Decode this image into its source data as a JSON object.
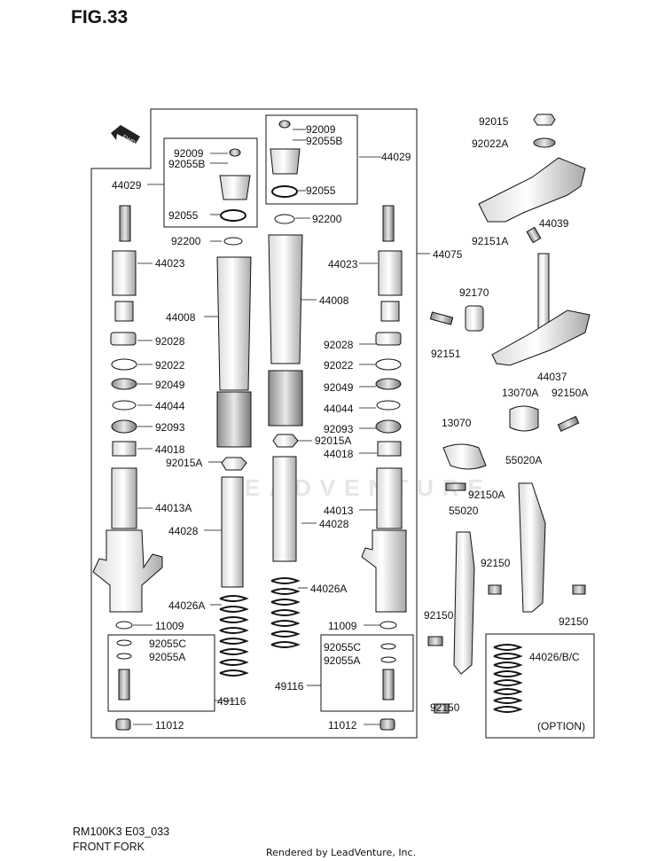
{
  "figure": {
    "title": "FIG.33",
    "model_code": "RM100K3 E03_033",
    "caption": "FRONT FORK"
  },
  "credit": "Rendered by LeadVenture, Inc.",
  "watermark": "LEADVENTURE",
  "fwd": "FWD",
  "option_label": "(OPTION)",
  "parts": {
    "p92009_r": "92009",
    "p92055B_r": "92055B",
    "p44029_r": "44029",
    "p92055_r": "92055",
    "p92200_r": "92200",
    "p92009_l": "92009",
    "p92055B_l": "92055B",
    "p44029_l": "44029",
    "p92055_l": "92055",
    "p92200_l": "92200",
    "p44023_l": "44023",
    "p44008_l": "44008",
    "p92028_l": "92028",
    "p92022_l": "92022",
    "p92049_l": "92049",
    "p44044_l": "44044",
    "p92093_l": "92093",
    "p44018_l": "44018",
    "p92015A_l": "92015A",
    "p44013A": "44013A",
    "p44028_l": "44028",
    "p44026A_l": "44026A",
    "p11009_l": "11009",
    "p92055C_l": "92055C",
    "p92055A_l": "92055A",
    "p49116_l": "49116",
    "p11012_l": "11012",
    "p44023_r": "44023",
    "p44008_r": "44008",
    "p92028_r": "92028",
    "p92022_r": "92022",
    "p92049_r": "92049",
    "p44044_r": "44044",
    "p92093_r": "92093",
    "p92015A_r": "92015A",
    "p44018_r": "44018",
    "p44013": "44013",
    "p44028_r": "44028",
    "p44026A_r": "44026A",
    "p11009_r": "11009",
    "p92055C_r": "92055C",
    "p92055A_r": "92055A",
    "p49116_r": "49116",
    "p11012_r": "11012",
    "p44075": "44075",
    "p92015": "92015",
    "p92022A": "92022A",
    "p44039": "44039",
    "p92151A": "92151A",
    "p92170": "92170",
    "p92151": "92151",
    "p44037": "44037",
    "p13070A": "13070A",
    "p92150A_t": "92150A",
    "p13070": "13070",
    "p92150A_b": "92150A",
    "p55020A": "55020A",
    "p55020": "55020",
    "p92150_a": "92150",
    "p92150_b": "92150",
    "p92150_c": "92150",
    "p92150_d": "92150",
    "p44026BC": "44026/B/C"
  }
}
